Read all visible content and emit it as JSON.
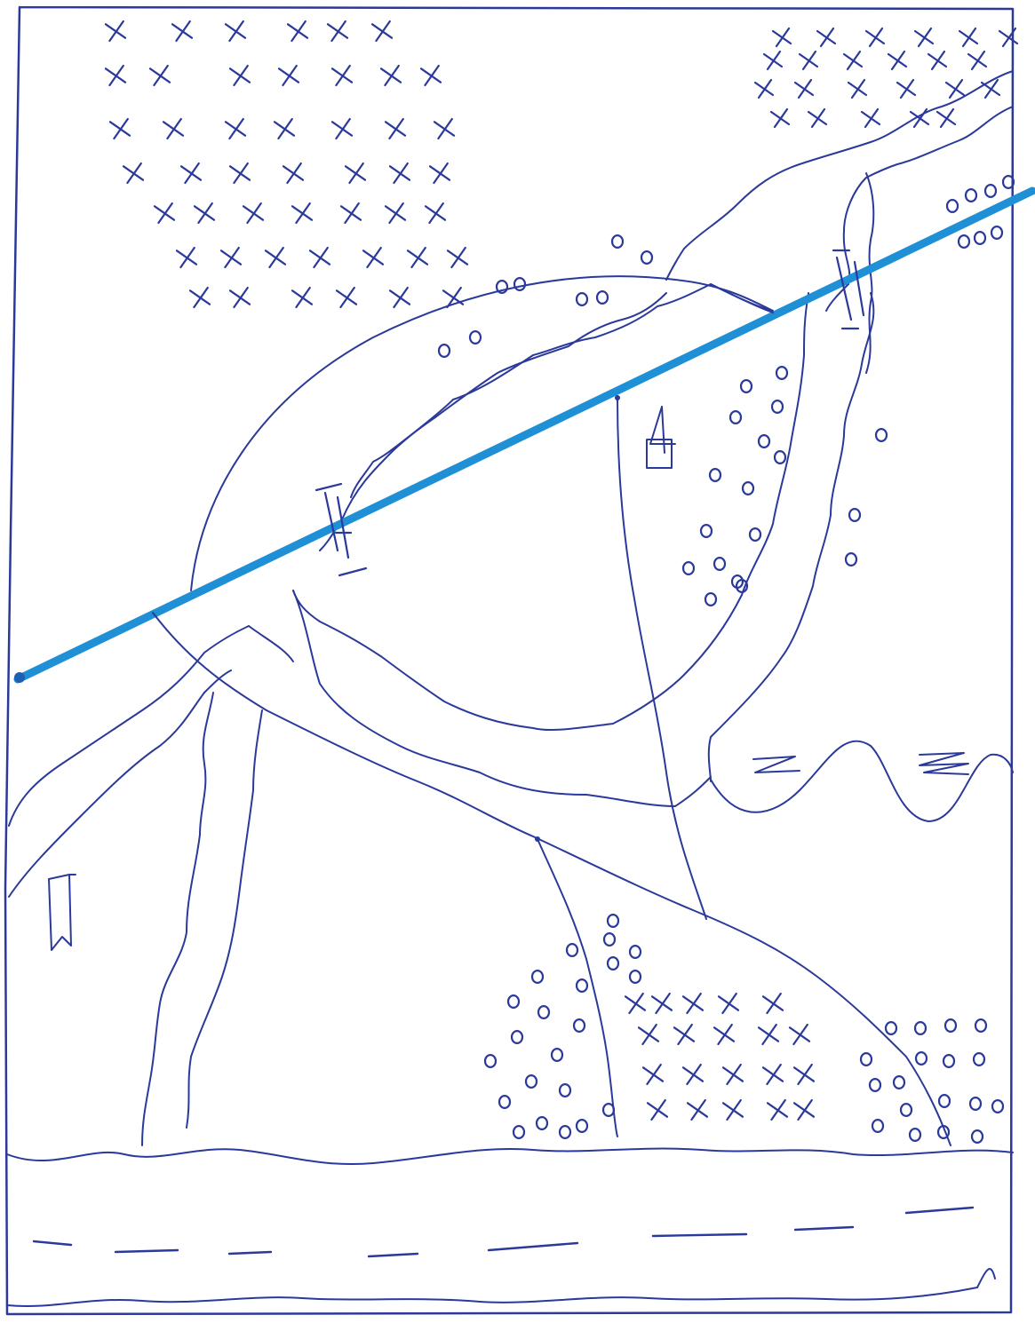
{
  "map": {
    "style": "hand-drawn pen sketch map",
    "colors": {
      "paper": "#ffffff",
      "ink": "#2b3a9a",
      "highlight_road": "#1f8fd6"
    },
    "symbols": [
      {
        "name": "tree-cluster",
        "glyph": "o"
      },
      {
        "name": "field-marsh",
        "glyph": "x"
      },
      {
        "name": "house",
        "glyph": "building with antenna"
      },
      {
        "name": "flag",
        "glyph": "banner"
      },
      {
        "name": "bridge",
        "glyph": "parallel hatch marks"
      },
      {
        "name": "hills",
        "glyph": "wavy ridge"
      }
    ],
    "labels": {
      "hills_marks": "Z"
    }
  }
}
